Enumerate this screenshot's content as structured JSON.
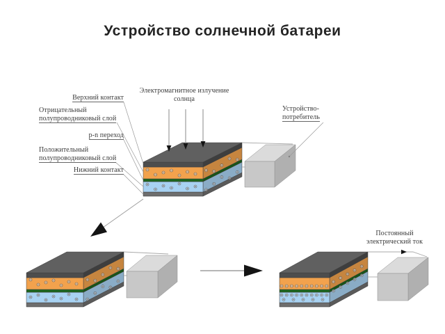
{
  "slide": {
    "title": "Устройство солнечной батареи"
  },
  "diagram": {
    "labels": {
      "radiation": {
        "line1": "Электромагнитное излучение",
        "line2": "солнца"
      },
      "top_contact": "Верхний контакт",
      "negative_layer": {
        "line1": "Отрицательный",
        "line2": "полупроводниковый слой"
      },
      "pn_junction": "p-n переход",
      "positive_layer": {
        "line1": "Положительный",
        "line2": "полупроводниковый слой"
      },
      "bottom_contact": "Нижний контакт",
      "consumer_device": {
        "line1": "Устройство-",
        "line2": "потребитель"
      },
      "direct_current": {
        "line1": "Постоянный",
        "line2": "электрический ток"
      }
    },
    "colors": {
      "top_contact_top": "#606060",
      "top_contact_front": "#4d4d4d",
      "negative": "#f2a24d",
      "junction": "#1d661d",
      "positive": "#a8d2f2",
      "bottom_contact": "#6e6e6e",
      "cube_front": "#c8c8c8",
      "cube_top": "#dbdbdb",
      "cube_side": "#b0b0b0",
      "wire": "#a9a9a9",
      "leader": "#999999",
      "arrow": "#141414",
      "charge": "#555555"
    }
  }
}
